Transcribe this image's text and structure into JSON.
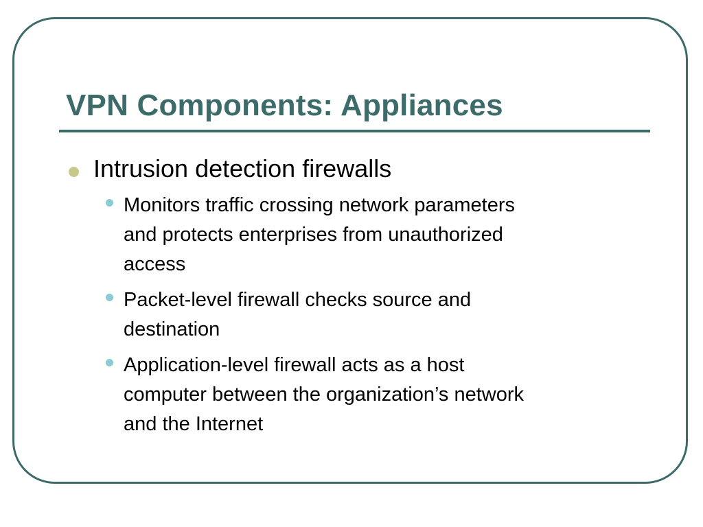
{
  "slide": {
    "title": "VPN Components: Appliances",
    "bullet": {
      "text": "Intrusion detection firewalls",
      "sub_bullets": [
        {
          "lines": [
            "Monitors traffic crossing network parameters",
            "and protects enterprises from unauthorized",
            "access"
          ]
        },
        {
          "lines": [
            "Packet-level firewall checks source and",
            "destination"
          ]
        },
        {
          "lines": [
            "Application-level firewall acts as a host",
            "computer between the organization’s network",
            "and the Internet"
          ]
        }
      ]
    }
  },
  "colors": {
    "accent": "#3c6b6a",
    "bullet_level1": "#c8c88a",
    "bullet_level2": "#8ccad4",
    "text": "#000000",
    "background": "#ffffff"
  }
}
